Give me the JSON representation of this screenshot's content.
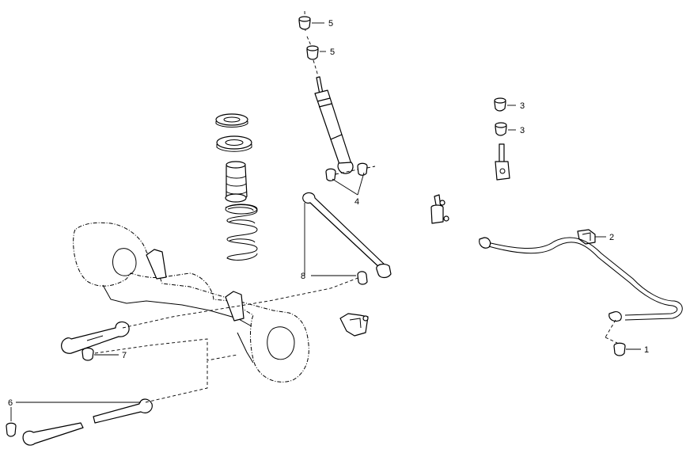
{
  "callouts": {
    "c1": "1",
    "c2": "2",
    "c3a": "3",
    "c3b": "3",
    "c4": "4",
    "c5a": "5",
    "c5b": "5",
    "c6": "6",
    "c7": "7",
    "c8": "8"
  }
}
